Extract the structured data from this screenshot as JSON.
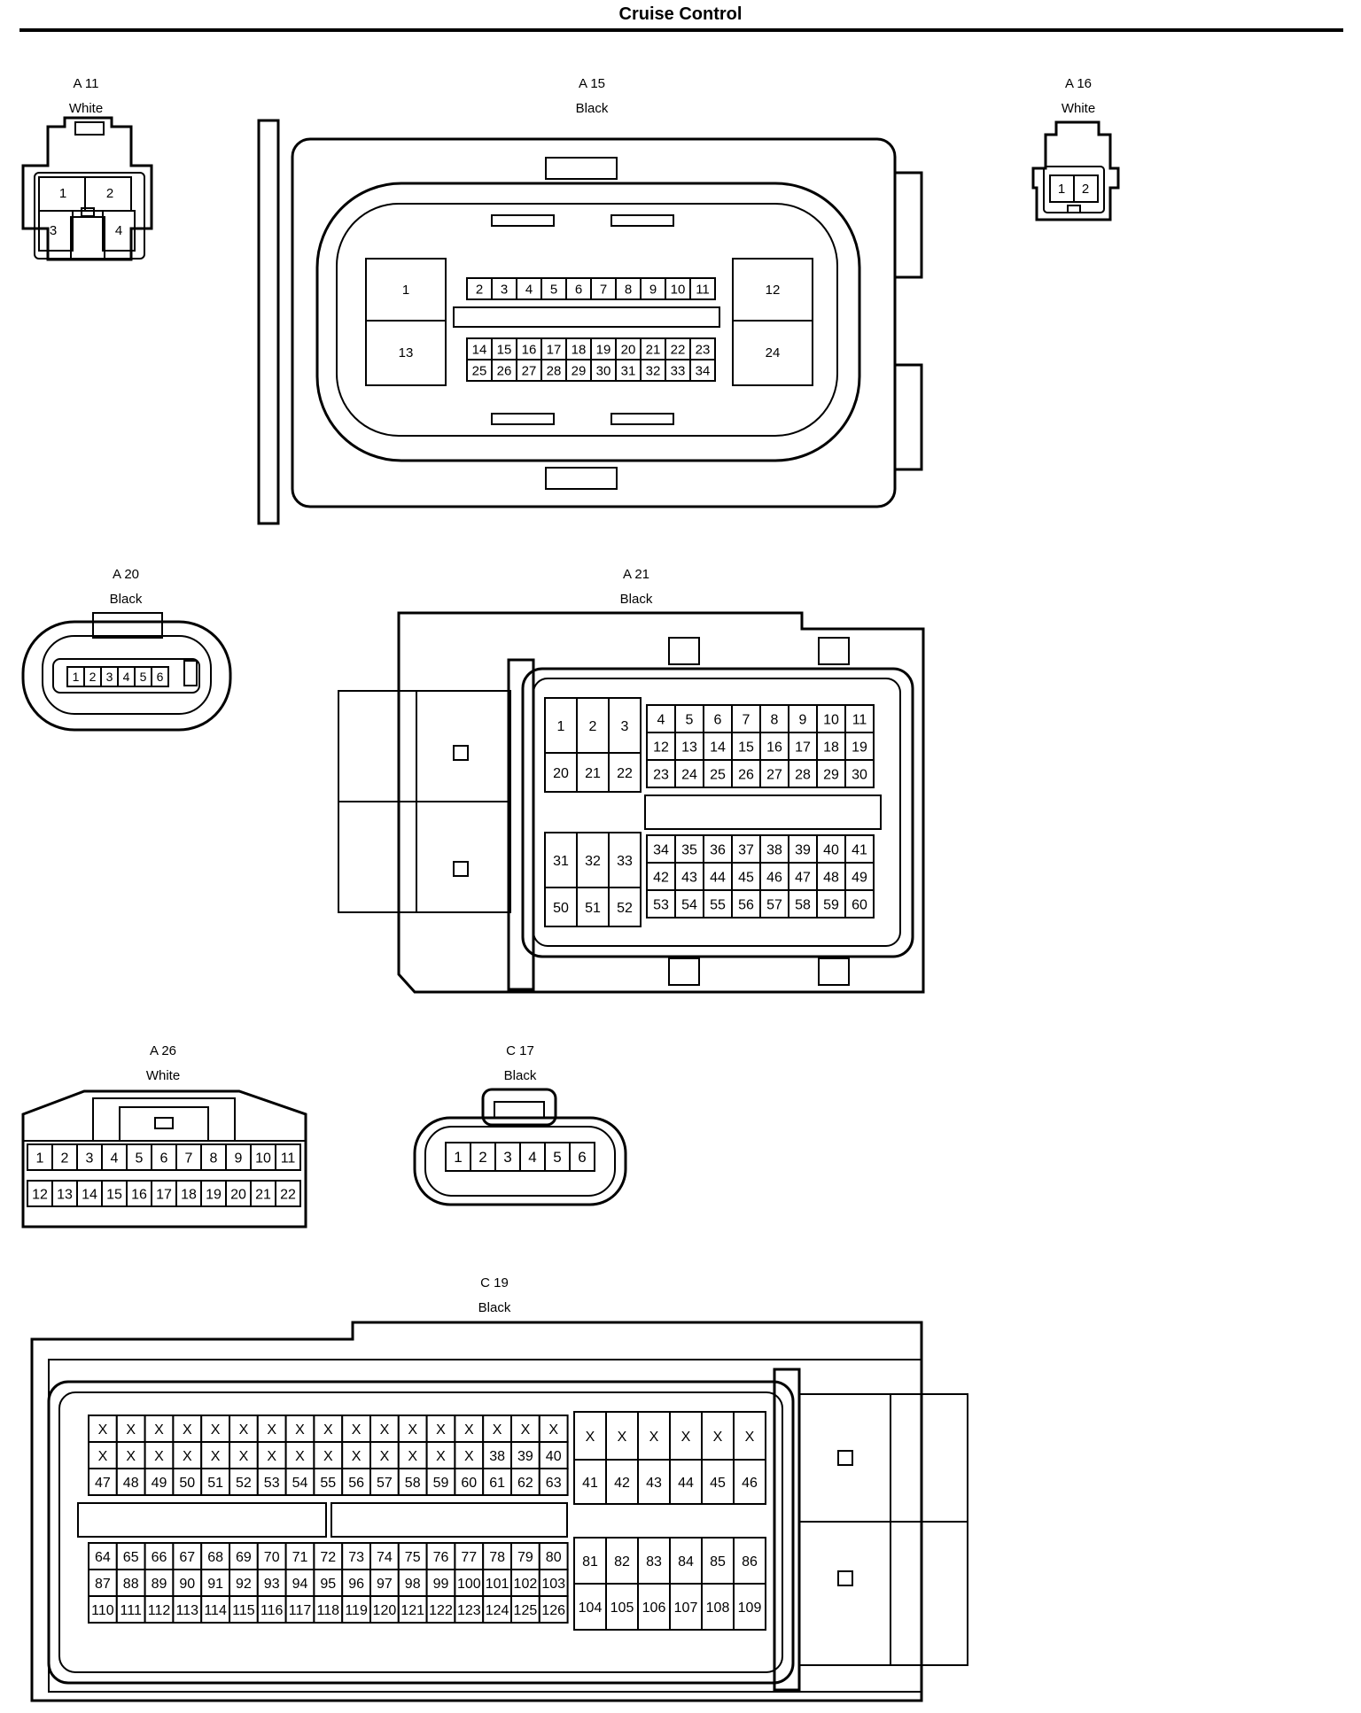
{
  "page_title": "Cruise Control",
  "connectors": [
    {
      "id": "A 11",
      "color": "White",
      "pins": [
        "1",
        "2",
        "3",
        "4"
      ]
    },
    {
      "id": "A 15",
      "color": "Black",
      "pins": [
        "1",
        "2",
        "3",
        "4",
        "5",
        "6",
        "7",
        "8",
        "9",
        "10",
        "11",
        "12",
        "13",
        "14",
        "15",
        "16",
        "17",
        "18",
        "19",
        "20",
        "21",
        "22",
        "23",
        "24",
        "25",
        "26",
        "27",
        "28",
        "29",
        "30",
        "31",
        "32",
        "33",
        "34"
      ]
    },
    {
      "id": "A 16",
      "color": "White",
      "pins": [
        "1",
        "2"
      ]
    },
    {
      "id": "A 20",
      "color": "Black",
      "pins": [
        "1",
        "2",
        "3",
        "4",
        "5",
        "6"
      ]
    },
    {
      "id": "A 21",
      "color": "Black",
      "pins": [
        "1",
        "2",
        "3",
        "4",
        "5",
        "6",
        "7",
        "8",
        "9",
        "10",
        "11",
        "12",
        "13",
        "14",
        "15",
        "16",
        "17",
        "18",
        "19",
        "20",
        "21",
        "22",
        "23",
        "24",
        "25",
        "26",
        "27",
        "28",
        "29",
        "30",
        "31",
        "32",
        "33",
        "34",
        "35",
        "36",
        "37",
        "38",
        "39",
        "40",
        "41",
        "42",
        "43",
        "44",
        "45",
        "46",
        "47",
        "48",
        "49",
        "50",
        "51",
        "52",
        "53",
        "54",
        "55",
        "56",
        "57",
        "58",
        "59",
        "60"
      ]
    },
    {
      "id": "A 26",
      "color": "White",
      "pins": [
        "1",
        "2",
        "3",
        "4",
        "5",
        "6",
        "7",
        "8",
        "9",
        "10",
        "11",
        "12",
        "13",
        "14",
        "15",
        "16",
        "17",
        "18",
        "19",
        "20",
        "21",
        "22"
      ]
    },
    {
      "id": "C 17",
      "color": "Black",
      "pins": [
        "1",
        "2",
        "3",
        "4",
        "5",
        "6"
      ]
    },
    {
      "id": "C 19",
      "color": "Black",
      "unused_pin_mark": "X",
      "pins": [
        "38",
        "39",
        "40",
        "41",
        "42",
        "43",
        "44",
        "45",
        "46",
        "47",
        "48",
        "49",
        "50",
        "51",
        "52",
        "53",
        "54",
        "55",
        "56",
        "57",
        "58",
        "59",
        "60",
        "61",
        "62",
        "63",
        "64",
        "65",
        "66",
        "67",
        "68",
        "69",
        "70",
        "71",
        "72",
        "73",
        "74",
        "75",
        "76",
        "77",
        "78",
        "79",
        "80",
        "81",
        "82",
        "83",
        "84",
        "85",
        "86",
        "87",
        "88",
        "89",
        "90",
        "91",
        "92",
        "93",
        "94",
        "95",
        "96",
        "97",
        "98",
        "99",
        "100",
        "101",
        "102",
        "103",
        "104",
        "105",
        "106",
        "107",
        "108",
        "109",
        "110",
        "111",
        "112",
        "113",
        "114",
        "115",
        "116",
        "117",
        "118",
        "119",
        "120",
        "121",
        "122",
        "123",
        "124",
        "125",
        "126"
      ]
    }
  ]
}
